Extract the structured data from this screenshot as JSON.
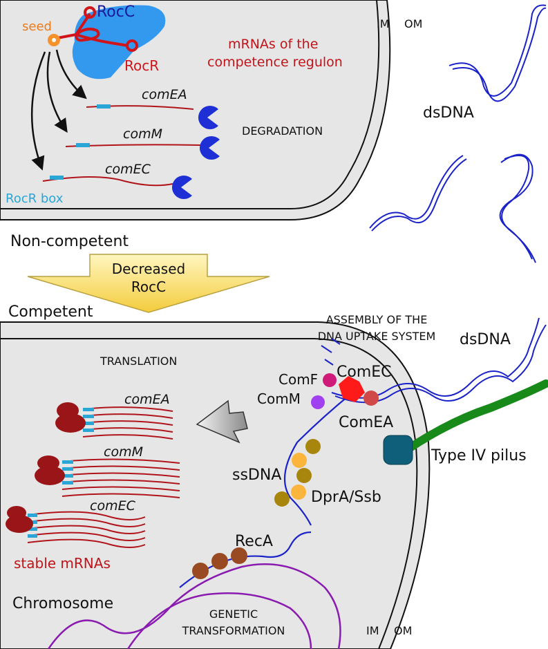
{
  "top": {
    "seed": "seed",
    "rocc": "RocC",
    "rocr": "RocR",
    "mrnas_line1": "mRNAs of the",
    "mrnas_line2": "competence regulon",
    "gene1": "comEA",
    "gene2": "comM",
    "gene3": "comEC",
    "degradation": "DEGRADATION",
    "rocr_box": "RocR box",
    "im": "IM",
    "om": "OM",
    "dsdna": "dsDNA"
  },
  "transition": {
    "noncompetent": "Non-competent",
    "arrow_line1": "Decreased",
    "arrow_line2": "RocC",
    "competent": "Competent"
  },
  "bottom": {
    "assembly_line1": "ASSEMBLY OF THE",
    "assembly_line2": "DNA UPTAKE SYSTEM",
    "dsdna": "dsDNA",
    "translation": "TRANSLATION",
    "gene1": "comEA",
    "gene2": "comM",
    "gene3": "comEC",
    "comf": "ComF",
    "comec": "ComEC",
    "comm": "ComM",
    "comea": "ComEA",
    "pilus": "Type IV pilus",
    "ssdna": "ssDNA",
    "dpra": "DprA/Ssb",
    "reca": "RecA",
    "stable": "stable mRNAs",
    "chromosome": "Chromosome",
    "genetic_line1": "GENETIC",
    "genetic_line2": "TRANSFORMATION",
    "im": "IM",
    "om": "OM"
  },
  "colors": {
    "membrane_fill": "#e6e6e6",
    "mrna": "#b0141a",
    "rocr_box": "#2aa6d6",
    "rocc": "#3399ee",
    "nuclease": "#1f2fd6",
    "dna": "#1a22c8",
    "pilus": "#178a1a",
    "ribosome": "#9a1518",
    "chromosome": "#8a1bb0"
  }
}
